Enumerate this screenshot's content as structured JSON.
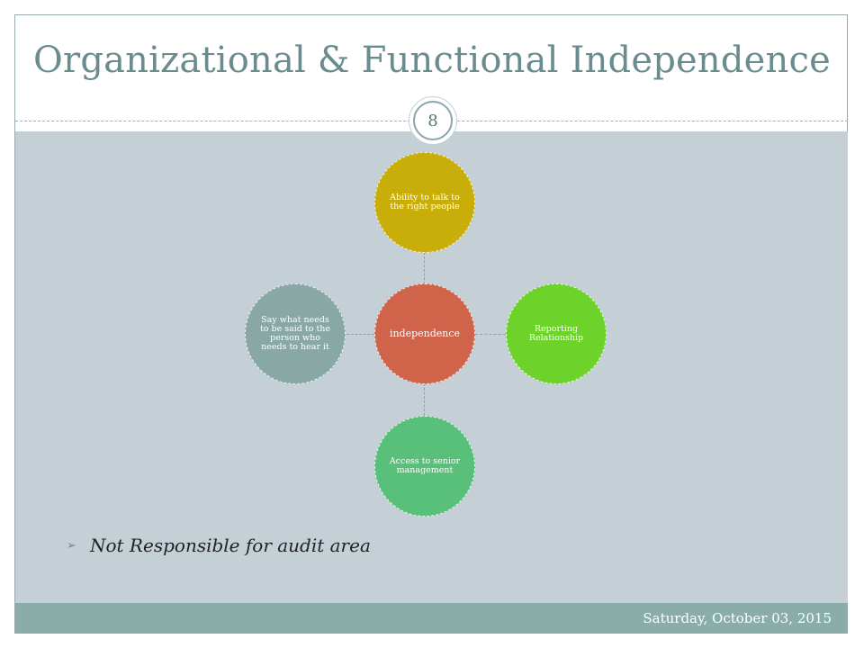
{
  "slide": {
    "title": "Organizational & Functional Independence",
    "number": "8",
    "date": "Saturday, October 03, 2015"
  },
  "diagram": {
    "center": "independence",
    "top": "Ability to talk to the right people",
    "right": "Reporting Relationship",
    "bottom": "Access to senior management",
    "left": "Say what needs to be said to the person who needs to hear it"
  },
  "bullets": [
    {
      "text": "Not Responsible for audit area",
      "icon": "arrow-bullet-icon"
    }
  ],
  "colors": {
    "title": "#6b8c8f",
    "content_band": "#c5d0d6",
    "footer": "#8aadaa",
    "center_node": "#d0644b",
    "top_node": "#c9ae0a",
    "right_node": "#6dd22a",
    "bottom_node": "#58c07a",
    "left_node": "#88a7a5"
  }
}
